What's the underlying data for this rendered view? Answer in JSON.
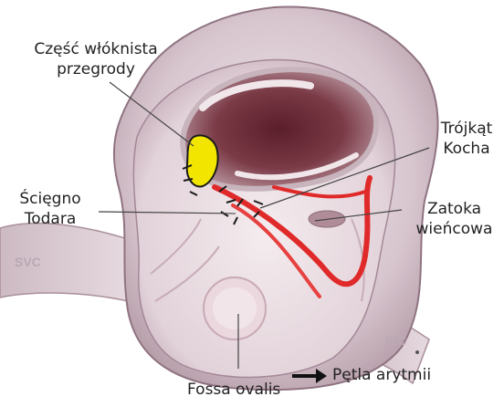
{
  "labels": {
    "fibrous_septum": {
      "line1": "Część włóknista",
      "line2": "przegrody"
    },
    "koch_triangle": {
      "line1": "Trójkąt",
      "line2": "Kocha"
    },
    "tendon_todaro": {
      "line1": "Ścięgno",
      "line2": "Todara"
    },
    "coronary_sinus": {
      "line1": "Zatoka",
      "line2": "wieńcowa"
    },
    "fossa_ovalis": "Fossa ovalis",
    "arrhythmia_loop": "Pętla arytmii"
  },
  "vessels": {
    "svc": "SVC",
    "ivc": "IVC"
  },
  "colors": {
    "heart_wall": "#d9c7d1",
    "heart_inner": "#e9dde3",
    "muscle": "#c4a1ad",
    "conduction_path": "#e02a2a",
    "fibrous_body": "#f2e600"
  }
}
